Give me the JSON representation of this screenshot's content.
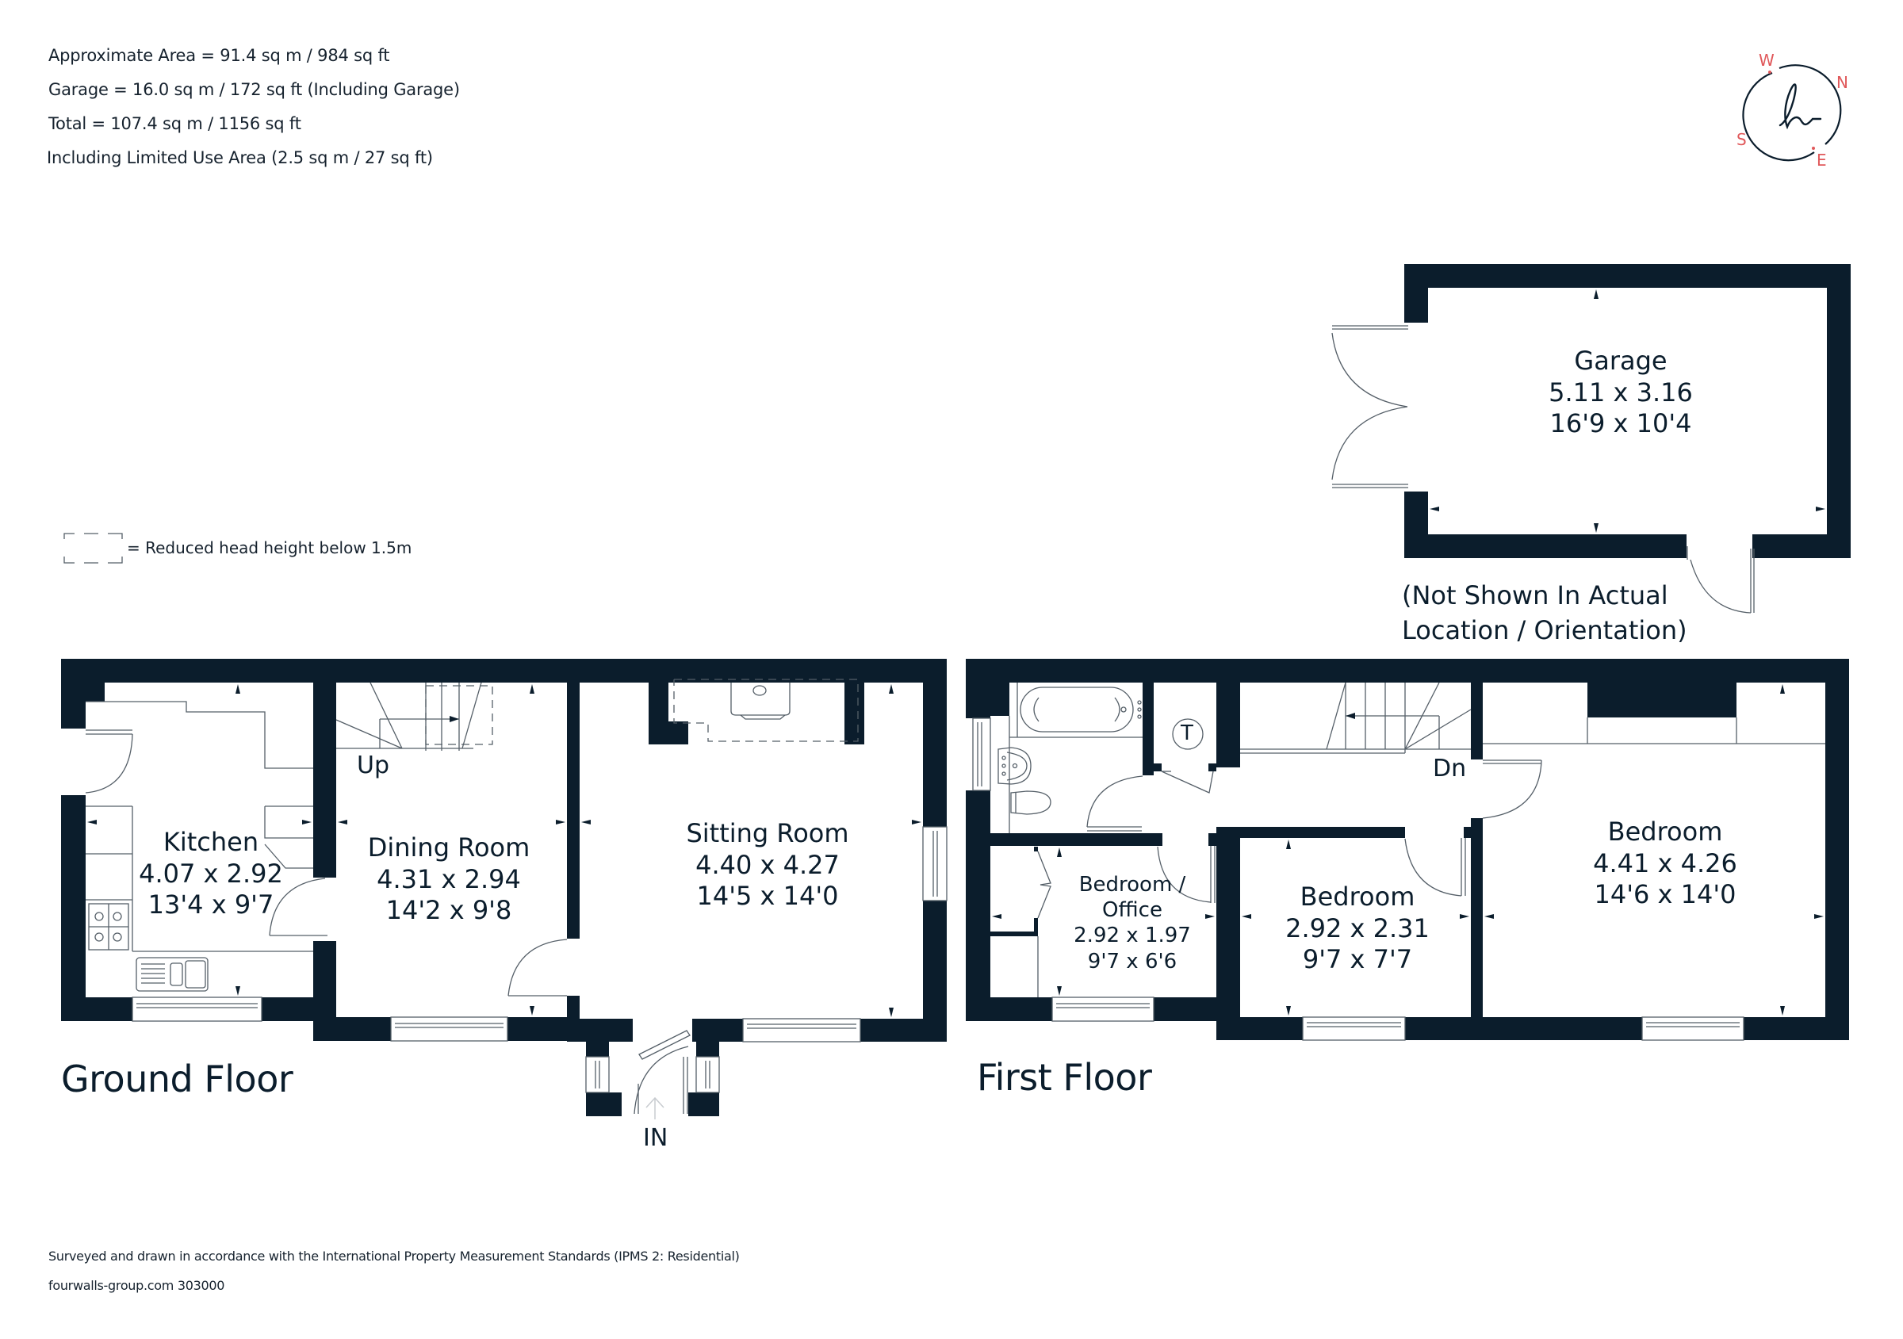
{
  "header": {
    "lines": [
      "Approximate Area = 91.4 sq m / 984 sq ft",
      "Garage = 16.0 sq m / 172 sq ft (Including Garage)",
      "Total = 107.4 sq m / 1156 sq ft",
      "Including Limited Use Area (2.5 sq m / 27 sq ft)"
    ]
  },
  "compass": {
    "logo_glyph": "h",
    "letters": {
      "north": "N",
      "south": "S",
      "east": "E",
      "west": "W"
    },
    "accent_color": "#e0585a",
    "ring_color": "#0b1d2c"
  },
  "legend": {
    "text": "= Reduced head height below 1.5m"
  },
  "garage": {
    "name": "Garage",
    "metric": "5.11 x 3.16",
    "imperial": "16'9 x 10'4",
    "note_line1": "(Not Shown In Actual",
    "note_line2": "Location / Orientation)"
  },
  "ground_floor": {
    "label": "Ground Floor",
    "entrance_label": "IN",
    "stairs_label": "Up",
    "rooms": [
      {
        "name": "Kitchen",
        "metric": "4.07 x 2.92",
        "imperial": "13'4 x 9'7"
      },
      {
        "name": "Dining Room",
        "metric": "4.31 x 2.94",
        "imperial": "14'2 x 9'8"
      },
      {
        "name": "Sitting Room",
        "metric": "4.40 x 4.27",
        "imperial": "14'5 x 14'0"
      }
    ]
  },
  "first_floor": {
    "label": "First Floor",
    "stairs_label": "Dn",
    "cupboard_label": "T",
    "rooms": [
      {
        "name": "Bedroom /",
        "name2": "Office",
        "metric": "2.92 x 1.97",
        "imperial": "9'7 x 6'6"
      },
      {
        "name": "Bedroom",
        "metric": "2.92 x 2.31",
        "imperial": "9'7 x 7'7"
      },
      {
        "name": "Bedroom",
        "metric": "4.41 x 4.26",
        "imperial": "14'6 x 14'0"
      }
    ]
  },
  "footer": {
    "standard": "Surveyed and drawn in accordance with the International Property Measurement Standards (IPMS 2: Residential)",
    "reference": "fourwalls-group.com 303000"
  },
  "colors": {
    "wall": "#0b1d2c",
    "line": "#555f68",
    "background": "#ffffff"
  }
}
